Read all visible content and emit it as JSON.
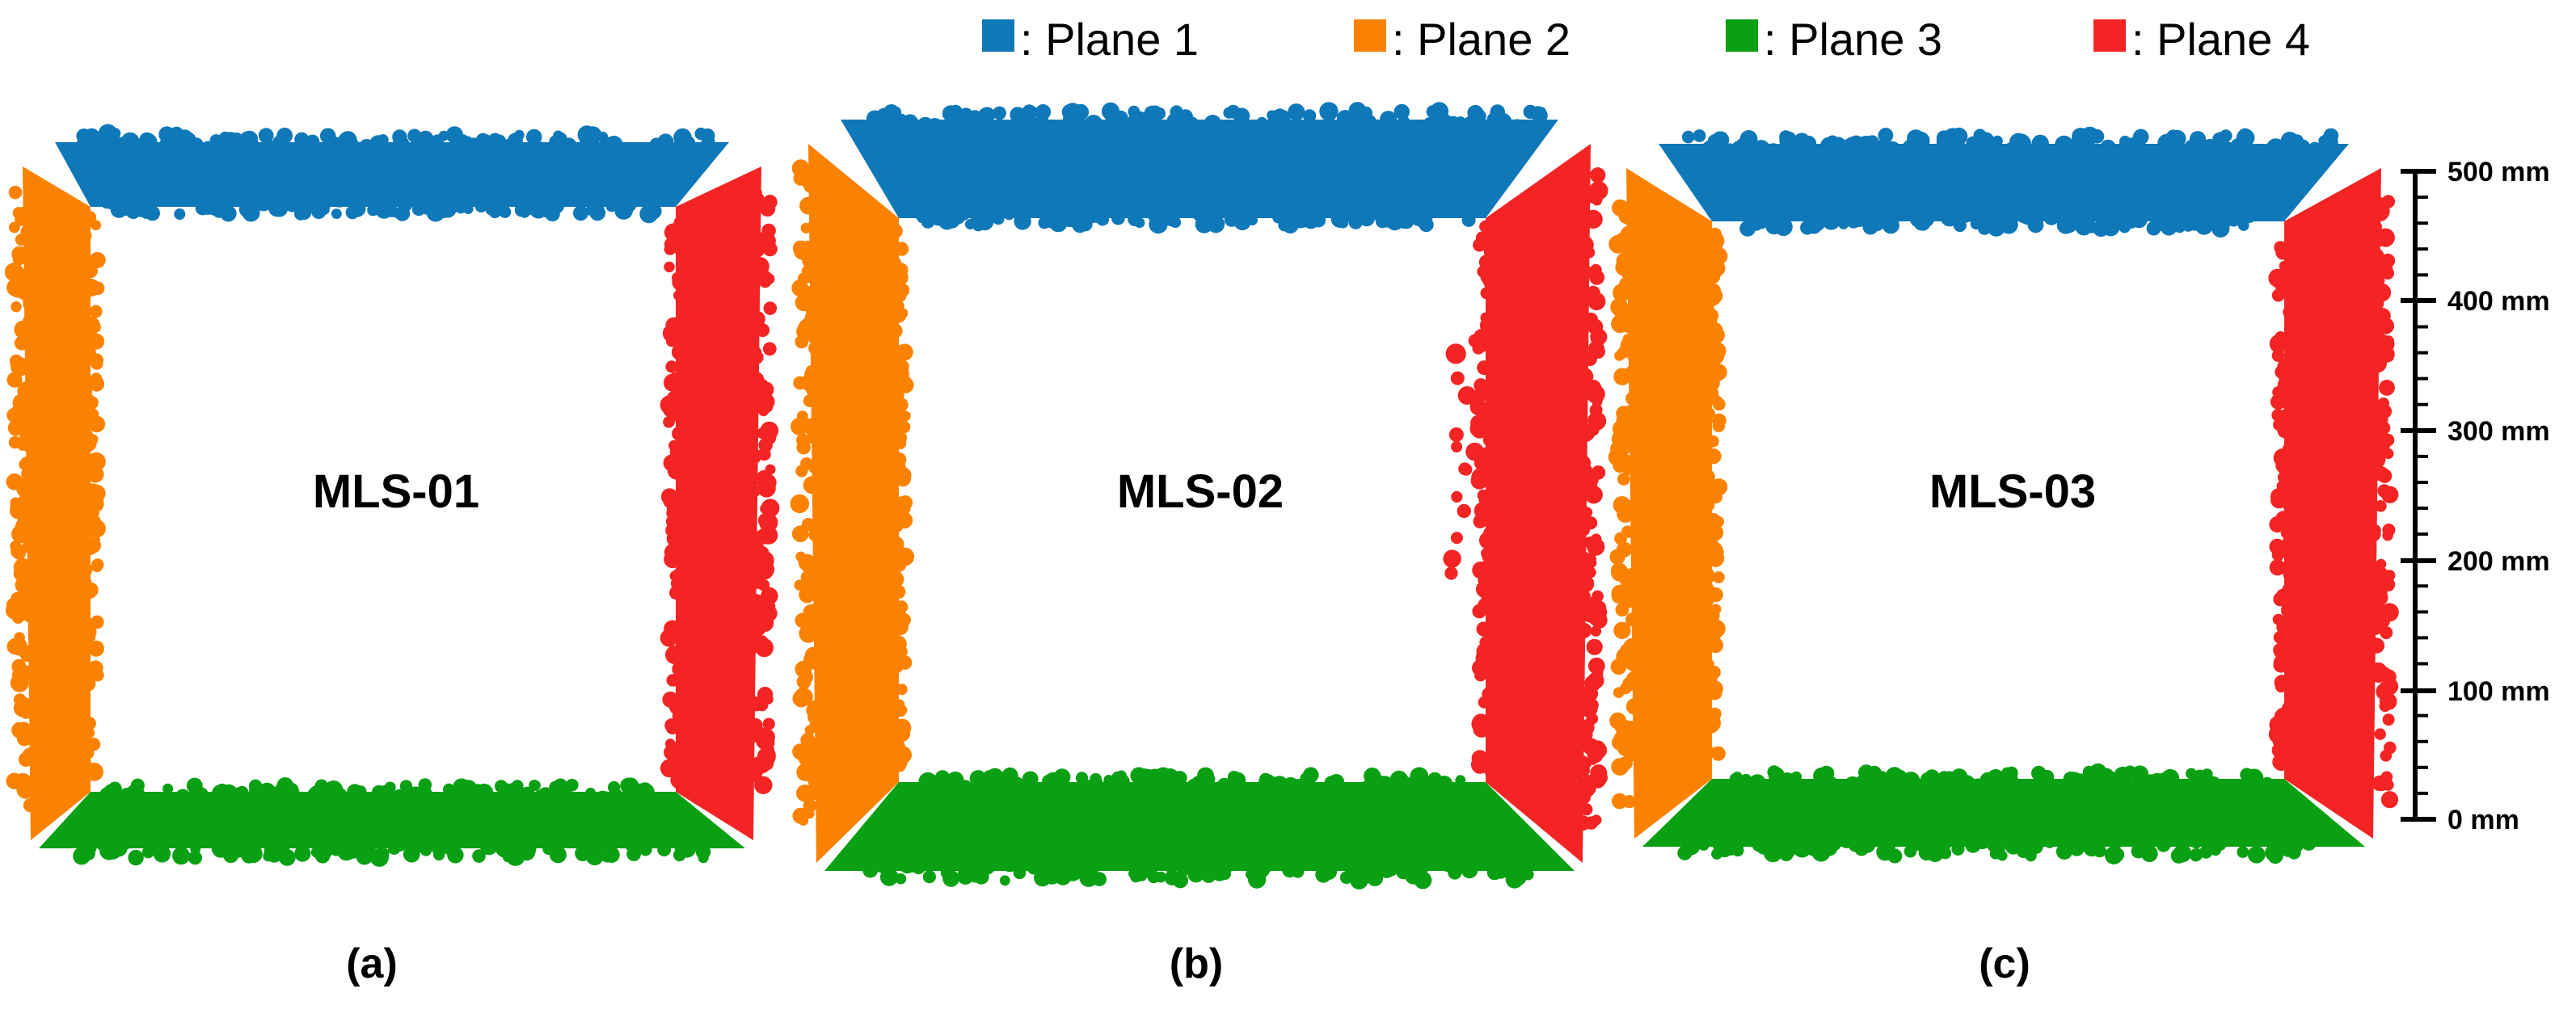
{
  "colors": {
    "plane1": "#0f78b8",
    "plane2": "#fb8200",
    "plane3": "#0aa014",
    "plane4": "#f42424"
  },
  "legend": [
    {
      "label": ": Plane 1",
      "color": "#0f78b8"
    },
    {
      "label": ": Plane 2",
      "color": "#fb8200"
    },
    {
      "label": ": Plane 3",
      "color": "#0aa014"
    },
    {
      "label": ": Plane 4",
      "color": "#f42424"
    }
  ],
  "panels": [
    {
      "title": "MLS-01",
      "caption": "(a)"
    },
    {
      "title": "MLS-02",
      "caption": "(b)"
    },
    {
      "title": "MLS-03",
      "caption": "(c)"
    }
  ],
  "scale_bar": {
    "ticks": [
      "500 mm",
      "400 mm",
      "300 mm",
      "200 mm",
      "100 mm",
      "0 mm"
    ]
  }
}
